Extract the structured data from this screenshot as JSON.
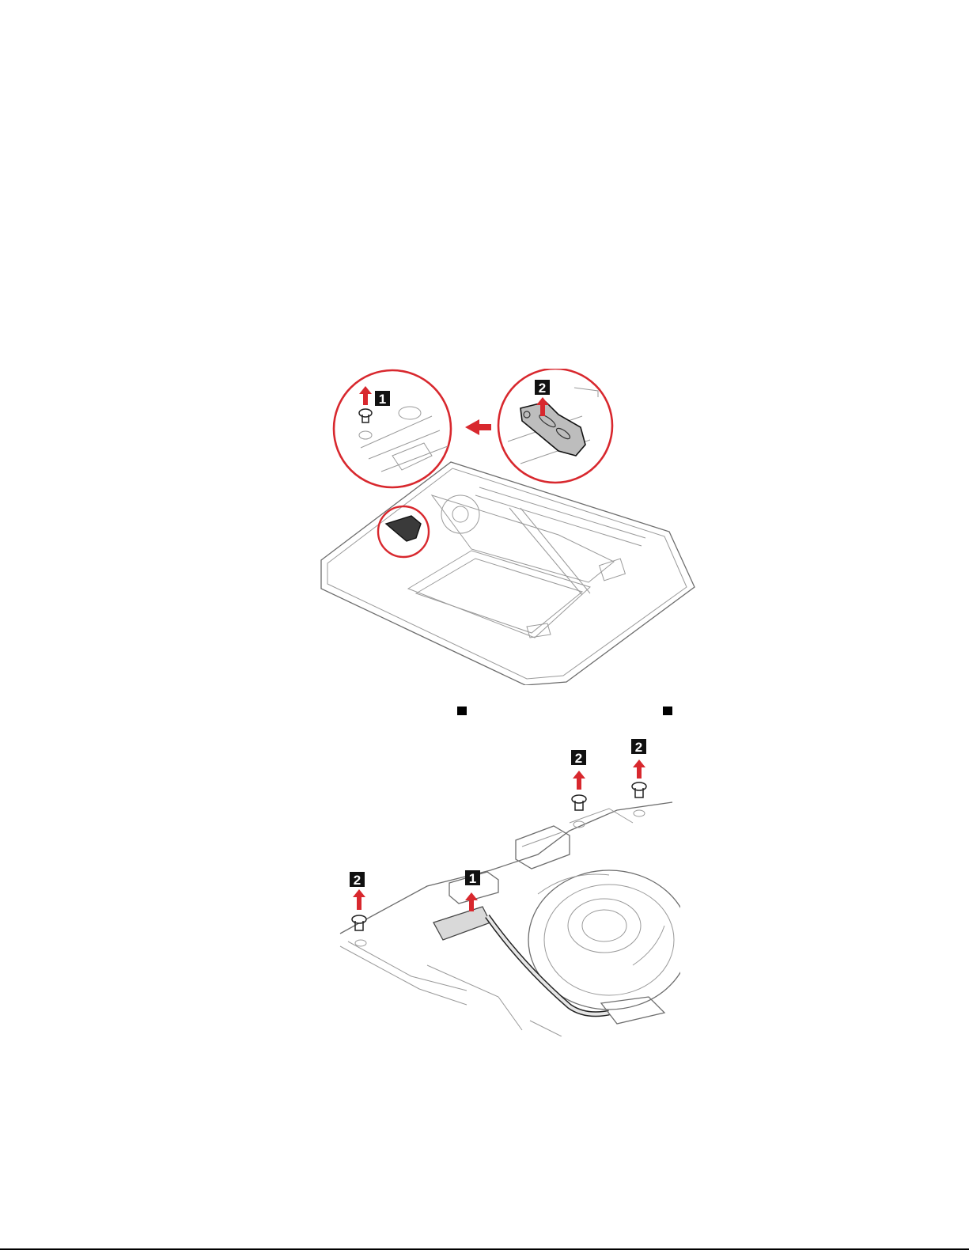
{
  "figure1": {
    "callouts": [
      "1",
      "2"
    ],
    "accent_color": "#d8282e"
  },
  "step_text_markers": 2,
  "figure2": {
    "callouts": [
      "2",
      "2",
      "1",
      "2"
    ],
    "accent_color": "#d8282e"
  }
}
